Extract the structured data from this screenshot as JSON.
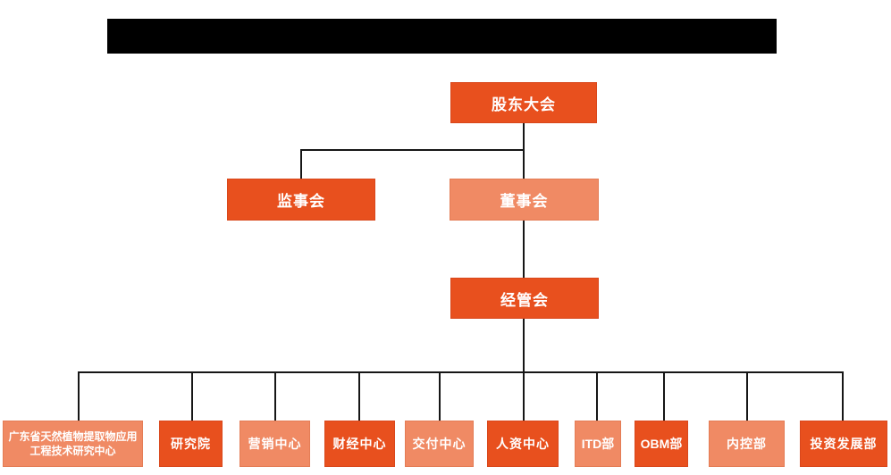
{
  "colors": {
    "primary_orange": "#E8501E",
    "secondary_orange": "#F08A64",
    "connector_line": "#161616",
    "redaction_bar": "#000000"
  },
  "org_chart": {
    "root": {
      "label": "股东大会"
    },
    "level2": [
      {
        "label": "监事会",
        "variant": "primary"
      },
      {
        "label": "董事会",
        "variant": "secondary"
      }
    ],
    "level3": {
      "label": "经管会",
      "variant": "primary"
    },
    "departments": [
      {
        "label": "广东省天然植物提取物应用工程技术研究中心",
        "variant": "secondary"
      },
      {
        "label": "研究院",
        "variant": "primary"
      },
      {
        "label": "营销中心",
        "variant": "secondary"
      },
      {
        "label": "财经中心",
        "variant": "primary"
      },
      {
        "label": "交付中心",
        "variant": "secondary"
      },
      {
        "label": "人资中心",
        "variant": "primary"
      },
      {
        "label": "ITD部",
        "variant": "secondary"
      },
      {
        "label": "OBM部",
        "variant": "primary"
      },
      {
        "label": "内控部",
        "variant": "secondary"
      },
      {
        "label": "投资发展部",
        "variant": "primary"
      }
    ]
  }
}
